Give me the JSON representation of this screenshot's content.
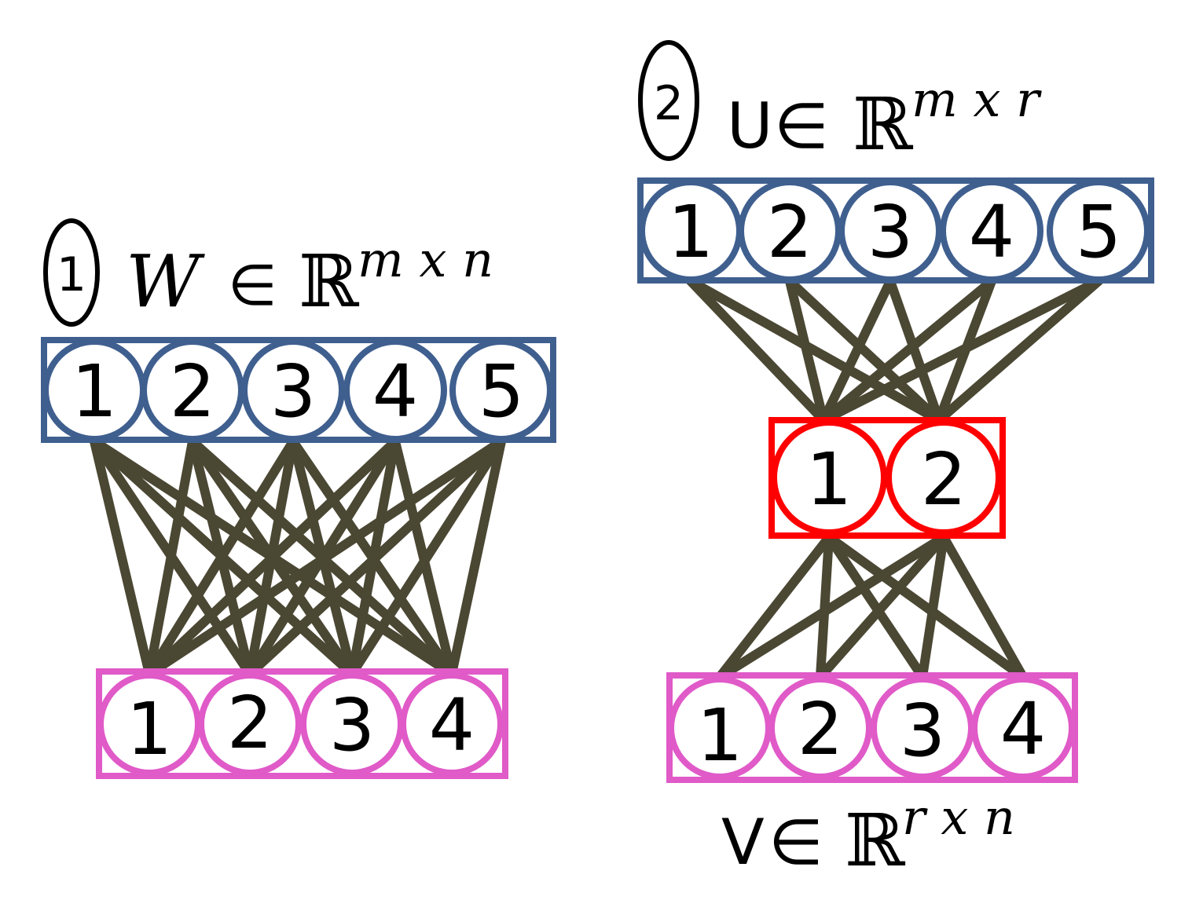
{
  "colors": {
    "edge": "#4a4733",
    "input_layer": "#3f5f8f",
    "output_layer": "#e05ac8",
    "bottleneck_layer": "#ff0000",
    "node_fill": "#ffffff",
    "text": "#000000"
  },
  "left": {
    "tag": "1",
    "formula": {
      "symbol": "W",
      "member": "∈",
      "set": "ℝ",
      "exponent": "m x n"
    },
    "top_nodes": [
      "1",
      "2",
      "3",
      "4",
      "5"
    ],
    "bottom_nodes": [
      "1",
      "2",
      "3",
      "4"
    ]
  },
  "right": {
    "tag": "2",
    "top_formula": {
      "symbol": "U",
      "member": "∈",
      "set": "ℝ",
      "exponent": "m x r"
    },
    "top_nodes": [
      "1",
      "2",
      "3",
      "4",
      "5"
    ],
    "middle_nodes": [
      "1",
      "2"
    ],
    "bottom_nodes": [
      "1",
      "2",
      "3",
      "4"
    ],
    "bottom_formula": {
      "symbol": "V",
      "member": "∈",
      "set": "ℝ",
      "exponent": "r x n"
    }
  }
}
